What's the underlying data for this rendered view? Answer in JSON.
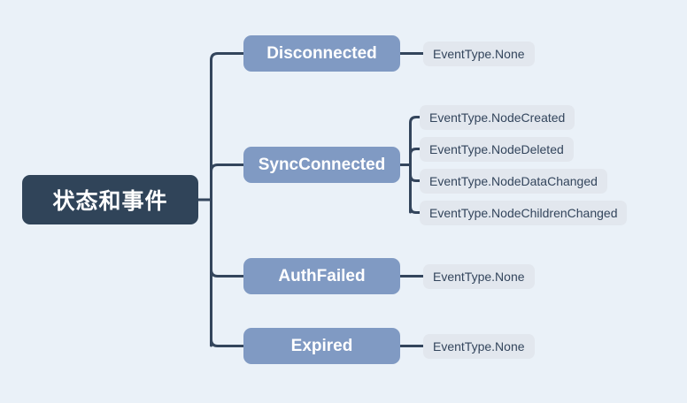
{
  "diagram": {
    "type": "mindmap",
    "orientation": "left-to-right",
    "root": {
      "label": "状态和事件",
      "color": "#304459",
      "text_color": "#ffffff"
    },
    "branch_color": "#809ac3",
    "branch_text_color": "#ffffff",
    "leaf_color": "#e2e7ee",
    "leaf_text_color": "#33455c",
    "connector_color": "#33455c",
    "background_color": "#eaf1f8",
    "branches": [
      {
        "label": "Disconnected",
        "leaves": [
          {
            "label": "EventType.None"
          }
        ]
      },
      {
        "label": "SyncConnected",
        "leaves": [
          {
            "label": "EventType.NodeCreated"
          },
          {
            "label": "EventType.NodeDeleted"
          },
          {
            "label": "EventType.NodeDataChanged"
          },
          {
            "label": "EventType.NodeChildrenChanged"
          }
        ]
      },
      {
        "label": "AuthFailed",
        "leaves": [
          {
            "label": "EventType.None"
          }
        ]
      },
      {
        "label": "Expired",
        "leaves": [
          {
            "label": "EventType.None"
          }
        ]
      }
    ]
  }
}
